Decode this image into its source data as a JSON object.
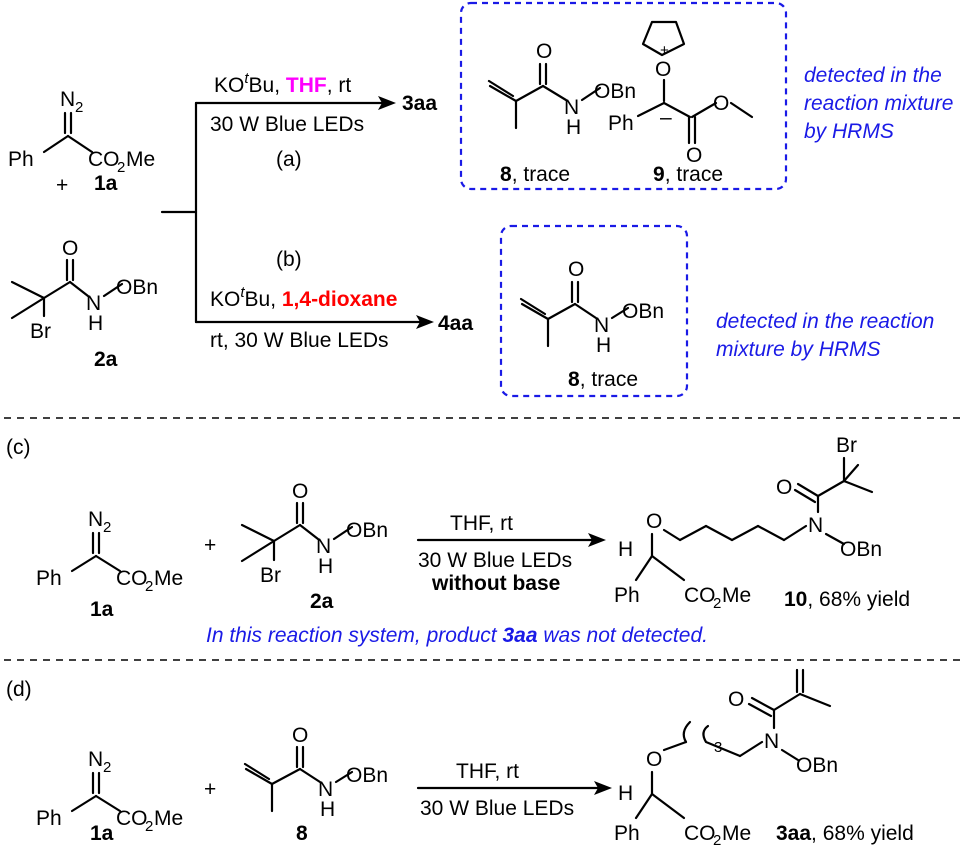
{
  "colors": {
    "thf": "#ff00ff",
    "dioxane": "#ff0000",
    "note": "#1a1ae6",
    "base": "#1a1ae6"
  },
  "atoms": {
    "n2": "N",
    "n2_sub": "2",
    "ph": "Ph",
    "co2me_pre": "CO",
    "co2me_sub": "2",
    "co2me_post": "Me",
    "o": "O",
    "n": "N",
    "h": "H",
    "obn": "OBn",
    "br": "Br",
    "plus": "+",
    "minus": "–",
    "sub3": "3"
  },
  "labels": {
    "c1a": "1a",
    "c2a": "2a",
    "c8": "8",
    "c9": "9",
    "c10": "10",
    "c3aa": "3aa",
    "c4aa": "4aa"
  },
  "part_a": {
    "cond1_pre": "KO",
    "cond1_sup": "t",
    "cond1_mid": "Bu, ",
    "solvent": "THF",
    "cond1_post": ", rt",
    "cond2": "30 W Blue LEDs",
    "tag": "(a)",
    "product": "3aa",
    "trace8": ", trace",
    "trace9": ", trace",
    "note1": "detected in the",
    "note2": "reaction mixture",
    "note3": "by HRMS"
  },
  "part_b": {
    "tag": "(b)",
    "cond1_pre": "KO",
    "cond1_sup": "t",
    "cond1_mid": "Bu, ",
    "solvent": "1,4-dioxane",
    "cond2": "rt, 30 W Blue LEDs",
    "product": "4aa",
    "trace8": ", trace",
    "note1": "detected in the reaction",
    "note2": "mixture by HRMS"
  },
  "part_c": {
    "tag": "(c)",
    "cond1": "THF, rt",
    "cond2": "30 W Blue LEDs",
    "cond3": "without base",
    "yield": ", 68% yield",
    "note_pre": "In this reaction system, product ",
    "note_bold": "3aa",
    "note_post": " was not detected."
  },
  "part_d": {
    "tag": "(d)",
    "cond1": "THF, rt",
    "cond2": "30 W Blue LEDs",
    "yield": ", 68% yield"
  }
}
